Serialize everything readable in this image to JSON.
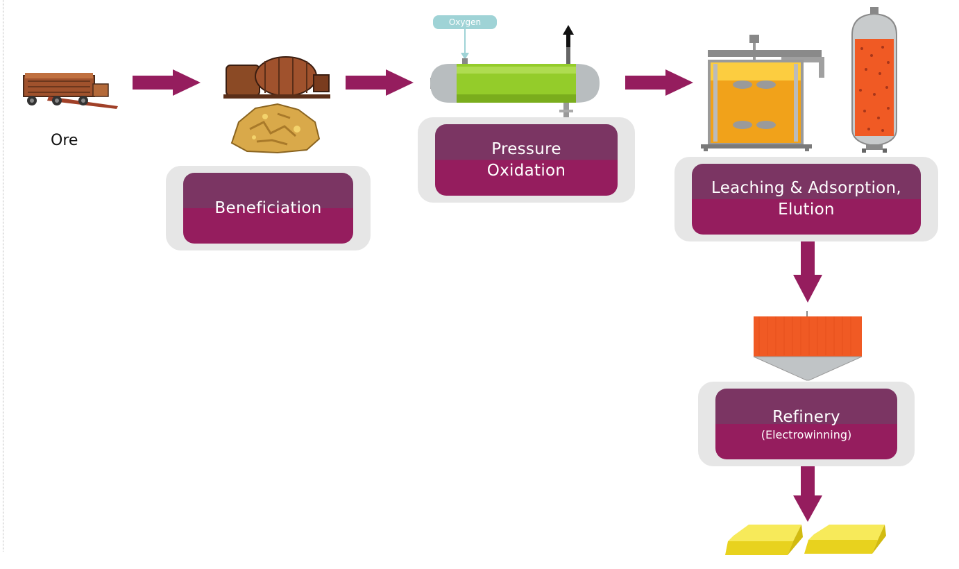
{
  "ore_label": "Ore",
  "stages": {
    "beneficiation": "Beneficiation",
    "pressure_oxidation": {
      "line1": "Pressure",
      "line2": "Oxidation"
    },
    "leaching": {
      "line1": "Leaching & Adsorption,",
      "line2": "Elution"
    },
    "refinery": {
      "line1": "Refinery",
      "line2": "(Electrowinning)"
    }
  },
  "oxygen_tag": "Oxygen",
  "colors": {
    "arrow": "#951d5e",
    "stage_top": "#7b3563",
    "stage_bottom": "#951d5e",
    "panel": "#e6e6e6",
    "reactor_green": "#94cc2a",
    "tank_orange": "#f1a21a",
    "column_orange": "#f05a24",
    "gold": "#f2e12f"
  },
  "icons": [
    "ore-truck-icon",
    "ball-mill-icon",
    "gold-ore-rock-icon",
    "pressure-reactor-icon",
    "leach-tank-icon",
    "carbon-column-icon",
    "electrowinning-cell-icon",
    "gold-bars-icon"
  ]
}
